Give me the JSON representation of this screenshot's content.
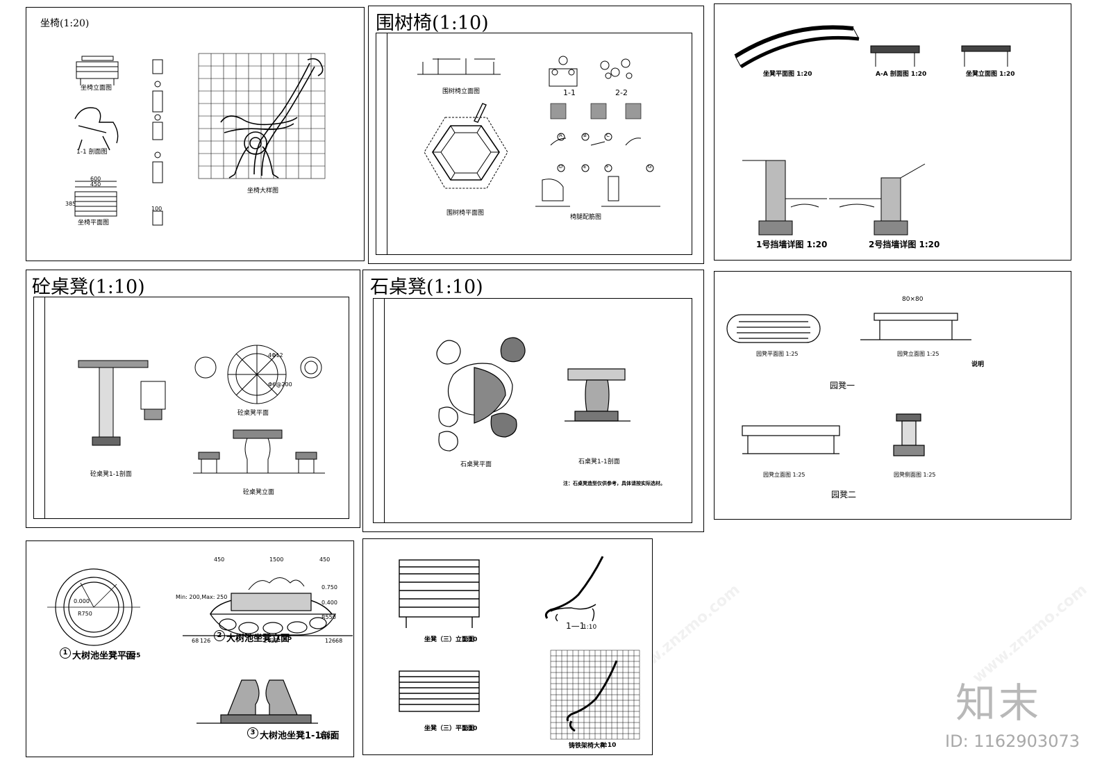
{
  "sheets": {
    "s1": {
      "title": "坐椅(1:20)",
      "views": [
        "坐椅立面图",
        "1-1 剖面图",
        "坐椅平面图",
        "坐椅大样图"
      ],
      "dims": [
        "600",
        "450",
        "385",
        "100"
      ]
    },
    "s2": {
      "title": "围树椅(1:10)",
      "views": [
        "围树椅立面图",
        "围树椅平面图",
        "椅腿配筋图"
      ],
      "sections": [
        "1-1",
        "2-2"
      ],
      "callouts": [
        "A",
        "B",
        "C",
        "D",
        "E",
        "F",
        "G"
      ]
    },
    "s3": {
      "views": [
        "坐凳平面图 1:20",
        "A-A 剖面图 1:20",
        "坐凳立面图 1:20",
        "1号挡墙详图 1:20",
        "2号挡墙详图 1:20"
      ]
    },
    "s4": {
      "title": "砼桌凳(1:10)",
      "views": [
        "砼桌凳1-1剖面",
        "砼桌凳平面",
        "砼桌凳立面"
      ],
      "dims": [
        "4Φ12",
        "Φ6@200"
      ]
    },
    "s5": {
      "title": "石桌凳(1:10)",
      "views": [
        "石桌凳平面",
        "石桌凳1-1剖面"
      ],
      "note": "注：石桌凳造型仅供参考，具体请按实际选材。"
    },
    "s6": {
      "views": [
        "园凳平面图 1:25",
        "园凳立面图 1:25",
        "园凳一",
        "园凳立面图 1:25",
        "园凳侧面图 1:25",
        "园凳二"
      ],
      "dims": [
        "80×80"
      ],
      "notes_title": "说明"
    },
    "s7": {
      "views": [
        "大树池坐凳平面",
        "大树池坐凳立面",
        "大树池坐凳1-1剖面"
      ],
      "scales": [
        "1:25",
        "1:25",
        "1:25"
      ],
      "numbers": [
        "1",
        "2",
        "3"
      ],
      "dims": [
        "450",
        "1500",
        "450",
        "2422",
        "126",
        "126",
        "68",
        "68",
        "0.750",
        "0.400",
        "0.000",
        "R750",
        "R550",
        "Min: 200,Max: 250"
      ]
    },
    "s8": {
      "views": [
        "坐凳（三）立面图",
        "坐凳（三）平面图",
        "1—1",
        "铸铁架椅大样"
      ],
      "scales": [
        "1:10",
        "1:10",
        "1:10",
        "1:10"
      ]
    }
  },
  "watermark": {
    "text": "www.znzmo.com",
    "brand": "知末",
    "id": "ID: 1162903073"
  }
}
